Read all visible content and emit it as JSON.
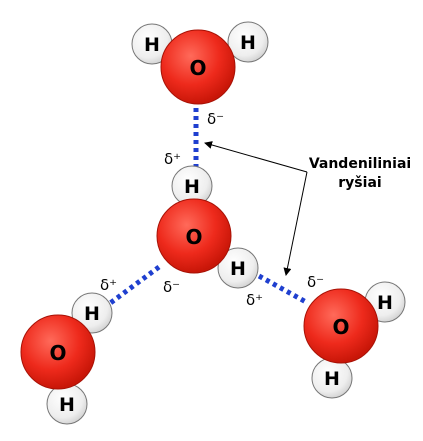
{
  "annotation": {
    "line1": "Vandeniliniai",
    "line2": "ryšiai"
  },
  "symbols": {
    "oxygen": "O",
    "hydrogen": "H",
    "delta_minus": "δ⁻",
    "delta_plus": "δ⁺"
  },
  "molecules": [
    {
      "name": "top",
      "atoms": [
        "H",
        "O",
        "H"
      ]
    },
    {
      "name": "center",
      "atoms": [
        "H",
        "O",
        "H"
      ]
    },
    {
      "name": "left",
      "atoms": [
        "H",
        "O",
        "H"
      ]
    },
    {
      "name": "right",
      "atoms": [
        "H",
        "O",
        "H"
      ]
    }
  ],
  "colors": {
    "oxygen": "#ee2a1c",
    "hydrogen": "#f0f0f0",
    "bond": "#1f3fcf",
    "arrow": "#000000"
  }
}
